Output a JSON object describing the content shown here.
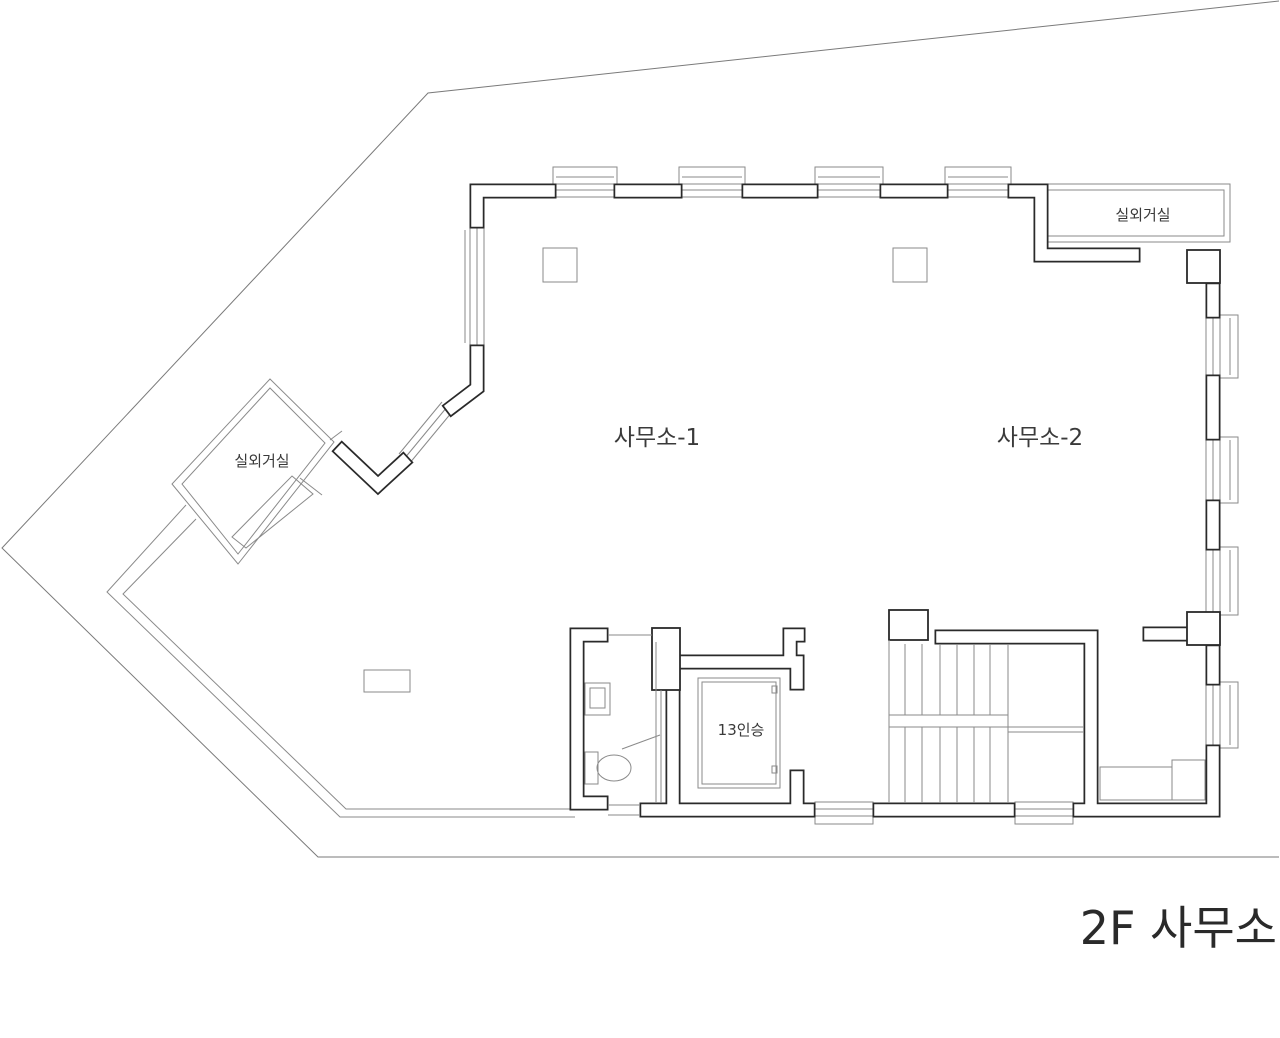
{
  "plan": {
    "title": "2F 사무소",
    "rooms": {
      "office_1": "사무소-1",
      "office_2": "사무소-2",
      "elevator": "13인승",
      "terrace_right": "실외거실",
      "terrace_left": "실외거실"
    }
  }
}
